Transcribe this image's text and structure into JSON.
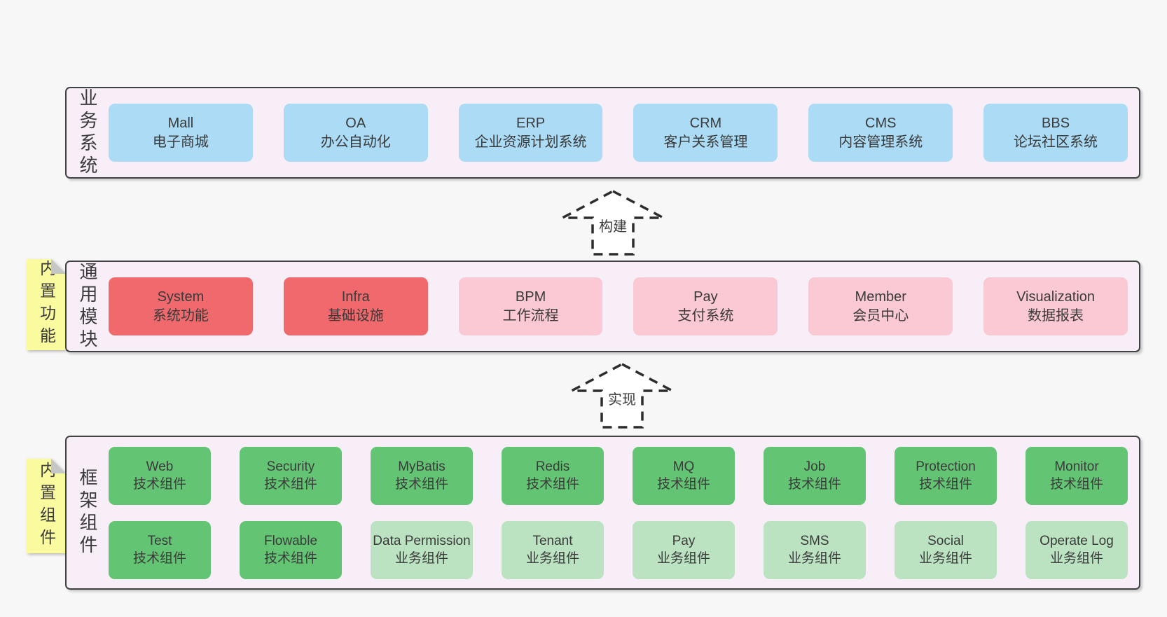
{
  "sections": {
    "business": {
      "label": "业务系统",
      "boxes": [
        {
          "name": "Mall",
          "desc": "电子商城",
          "variant": "blue"
        },
        {
          "name": "OA",
          "desc": "办公自动化",
          "variant": "blue"
        },
        {
          "name": "ERP",
          "desc": "企业资源计划系统",
          "variant": "blue"
        },
        {
          "name": "CRM",
          "desc": "客户关系管理",
          "variant": "blue"
        },
        {
          "name": "CMS",
          "desc": "内容管理系统",
          "variant": "blue"
        },
        {
          "name": "BBS",
          "desc": "论坛社区系统",
          "variant": "blue"
        }
      ]
    },
    "modules": {
      "label": "通用模块",
      "note": "内置功能",
      "boxes": [
        {
          "name": "System",
          "desc": "系统功能",
          "variant": "red"
        },
        {
          "name": "Infra",
          "desc": "基础设施",
          "variant": "red"
        },
        {
          "name": "BPM",
          "desc": "工作流程",
          "variant": "pink"
        },
        {
          "name": "Pay",
          "desc": "支付系统",
          "variant": "pink"
        },
        {
          "name": "Member",
          "desc": "会员中心",
          "variant": "pink"
        },
        {
          "name": "Visualization",
          "desc": "数据报表",
          "variant": "pink"
        }
      ]
    },
    "components": {
      "label": "框架组件",
      "note": "内置组件",
      "rows": [
        [
          {
            "name": "Web",
            "desc": "技术组件",
            "variant": "green-dark"
          },
          {
            "name": "Security",
            "desc": "技术组件",
            "variant": "green-dark"
          },
          {
            "name": "MyBatis",
            "desc": "技术组件",
            "variant": "green-dark"
          },
          {
            "name": "Redis",
            "desc": "技术组件",
            "variant": "green-dark"
          },
          {
            "name": "MQ",
            "desc": "技术组件",
            "variant": "green-dark"
          },
          {
            "name": "Job",
            "desc": "技术组件",
            "variant": "green-dark"
          },
          {
            "name": "Protection",
            "desc": "技术组件",
            "variant": "green-dark"
          },
          {
            "name": "Monitor",
            "desc": "技术组件",
            "variant": "green-dark"
          }
        ],
        [
          {
            "name": "Test",
            "desc": "技术组件",
            "variant": "green-dark"
          },
          {
            "name": "Flowable",
            "desc": "技术组件",
            "variant": "green-dark"
          },
          {
            "name": "Data Permission",
            "desc": "业务组件",
            "variant": "green-light"
          },
          {
            "name": "Tenant",
            "desc": "业务组件",
            "variant": "green-light"
          },
          {
            "name": "Pay",
            "desc": "业务组件",
            "variant": "green-light"
          },
          {
            "name": "SMS",
            "desc": "业务组件",
            "variant": "green-light"
          },
          {
            "name": "Social",
            "desc": "业务组件",
            "variant": "green-light"
          },
          {
            "name": "Operate Log",
            "desc": "业务组件",
            "variant": "green-light"
          }
        ]
      ]
    }
  },
  "arrows": {
    "build": "构建",
    "implement": "实现"
  },
  "colors": {
    "page_bg": "#f7f7f7",
    "panel_bg": "#f8eef7",
    "panel_border": "#414141",
    "box_blue": "#abdbf5",
    "box_red": "#f0696c",
    "box_pink": "#fbc9d3",
    "box_green_dark": "#63c573",
    "box_green_light": "#bbe3c2",
    "note_yellow": "#fafa9e",
    "note_fold_gray": "#c5c7c6",
    "text": "#3a3a3a"
  }
}
